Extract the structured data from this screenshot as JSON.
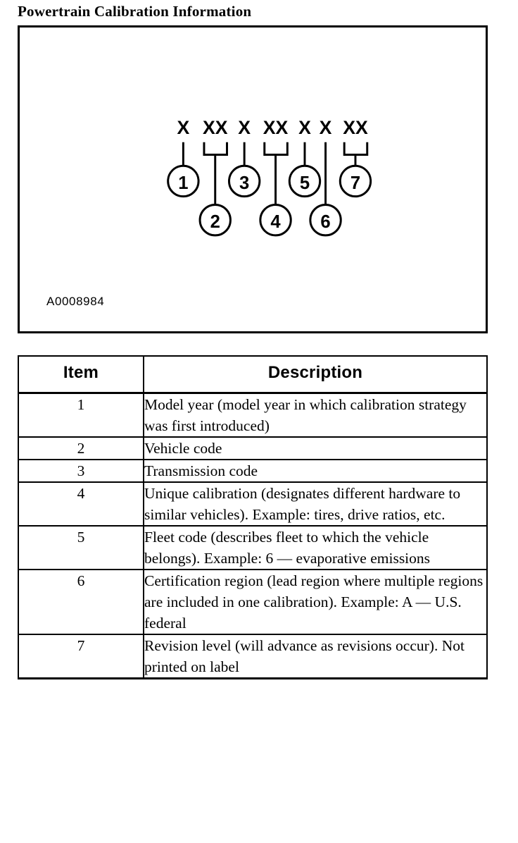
{
  "page": {
    "title": "Powertrain Calibration Information"
  },
  "figure": {
    "code_label": "A0008984",
    "character_groups": [
      "X",
      "XX",
      "X",
      "XX",
      "X",
      "X",
      "XX"
    ],
    "callouts": [
      {
        "number": "1",
        "row": "upper",
        "connector": "line"
      },
      {
        "number": "2",
        "row": "lower",
        "connector": "bracket"
      },
      {
        "number": "3",
        "row": "upper",
        "connector": "line"
      },
      {
        "number": "4",
        "row": "lower",
        "connector": "bracket"
      },
      {
        "number": "5",
        "row": "upper",
        "connector": "line"
      },
      {
        "number": "6",
        "row": "lower",
        "connector": "line"
      },
      {
        "number": "7",
        "row": "upper",
        "connector": "bracket"
      }
    ]
  },
  "table": {
    "headers": {
      "item": "Item",
      "description": "Description"
    },
    "rows": [
      {
        "item": "1",
        "description": "Model year (model year in which calibration strategy was first introduced)"
      },
      {
        "item": "2",
        "description": "Vehicle code"
      },
      {
        "item": "3",
        "description": "Transmission code"
      },
      {
        "item": "4",
        "description": "Unique calibration (designates different hardware to similar vehicles). Example: tires, drive ratios, etc."
      },
      {
        "item": "5",
        "description": "Fleet code (describes fleet to which the vehicle belongs). Example: 6 — evaporative emissions"
      },
      {
        "item": "6",
        "description": "Certification region (lead region where multiple regions are included in one calibration). Example: A — U.S. federal"
      },
      {
        "item": "7",
        "description": "Revision level (will advance as revisions occur). Not printed on label"
      }
    ]
  },
  "colors": {
    "ink": "#000000",
    "paper": "#ffffff"
  }
}
